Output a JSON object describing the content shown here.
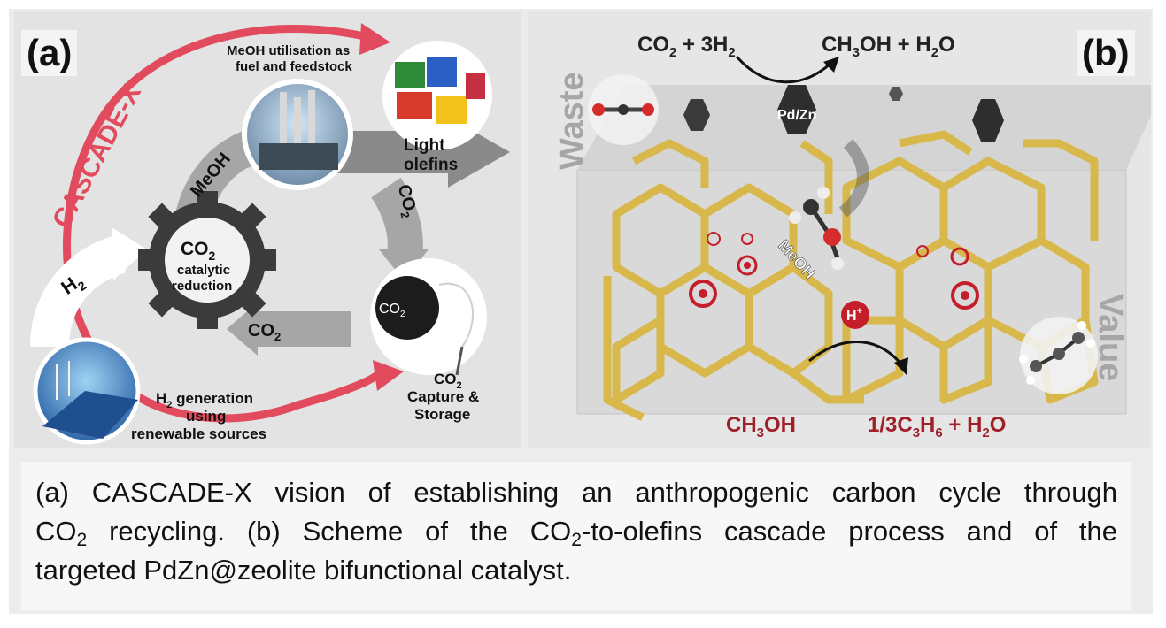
{
  "panel_a": {
    "label": "(a)",
    "cascade": "CASCADE-X",
    "meoh_util_line1": "MeOH utilisation as",
    "meoh_util_line2": "fuel and feedstock",
    "light_line1": "Light",
    "light_line2": "olefins",
    "meoh_arrow": "MeOH",
    "co2_arrow_right": "CO",
    "co2_arrow_right_sub": "2",
    "gear_co": "CO",
    "gear_sub": "2",
    "gear_line2": "catalytic",
    "gear_line3": "reduction",
    "h2": "H",
    "h2_sub": "2",
    "co2_arrow_bottom": "CO",
    "co2_arrow_bottom_sub": "2",
    "balloon_co": "CO",
    "balloon_sub": "2",
    "ccs_co": "CO",
    "ccs_sub": "2",
    "ccs_line2": "Capture &",
    "ccs_line3": "Storage",
    "h2gen_line1a": "H",
    "h2gen_line1sub": "2",
    "h2gen_line1b": " generation",
    "h2gen_line2": "using",
    "h2gen_line3": "renewable sources",
    "colors": {
      "cycle_red": "#e24a5e",
      "arrow_gray": "#a6a6a6",
      "gear": "#3b3b3b"
    }
  },
  "panel_b": {
    "label": "(b)",
    "eq_top_left": {
      "a": "CO",
      "a_sub": "2",
      "b": " + 3H",
      "b_sub": "2"
    },
    "eq_top_right": {
      "a": "CH",
      "a_sub": "3",
      "b": "OH + H",
      "b_sub": "2",
      "c": "O"
    },
    "waste": "Waste",
    "value": "Value",
    "pdzn": "Pd/Zn",
    "meoh": "MeOH",
    "hplus": "H",
    "hplus_sup": "+",
    "bottom_left": {
      "a": "CH",
      "a_sub": "3",
      "b": "OH"
    },
    "bottom_right": {
      "a": "1/3C",
      "a_sub": "3",
      "b": "H",
      "b_sub": "6",
      "c": " + H",
      "c_sub": "2",
      "d": "O"
    },
    "colors": {
      "zeolite": "#d8b84a",
      "label_red": "#a0202a",
      "metal": "#2e2e2e"
    }
  },
  "caption": {
    "l1": "(a) CASCADE-X vision of establishing an anthropogenic carbon cycle through",
    "l2a": "CO",
    "l2sub1": "2",
    "l2b": " recycling. (b) Scheme of the CO",
    "l2sub2": "2",
    "l2c": "-to-olefins cascade process and of the",
    "l3": "targeted PdZn@zeolite bifunctional catalyst."
  }
}
